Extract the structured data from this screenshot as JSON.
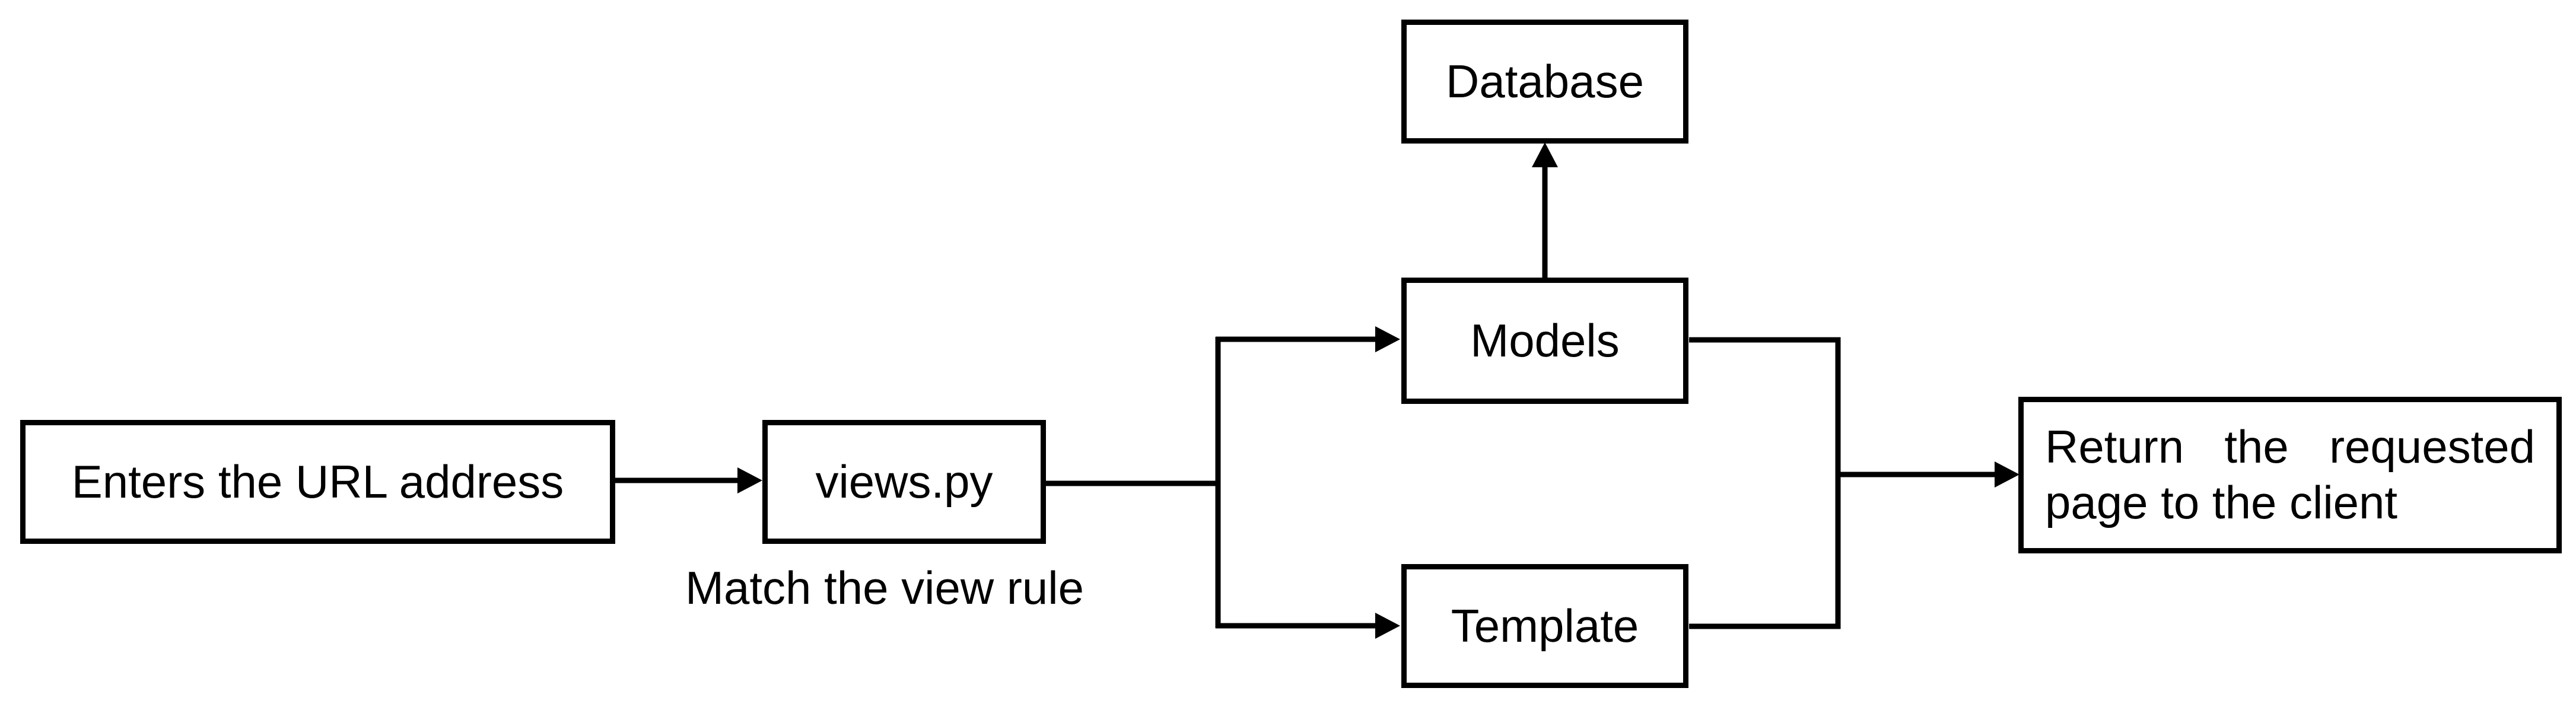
{
  "nodes": {
    "enters_url": {
      "label": "Enters the URL address"
    },
    "views": {
      "label": "views.py",
      "caption": "Match the view rule"
    },
    "database": {
      "label": "Database"
    },
    "models": {
      "label": "Models"
    },
    "template": {
      "label": "Template"
    },
    "return_page": {
      "line1": "Return the requested",
      "line2": "page to the client"
    }
  },
  "colors": {
    "stroke": "#000000",
    "background": "#ffffff"
  }
}
